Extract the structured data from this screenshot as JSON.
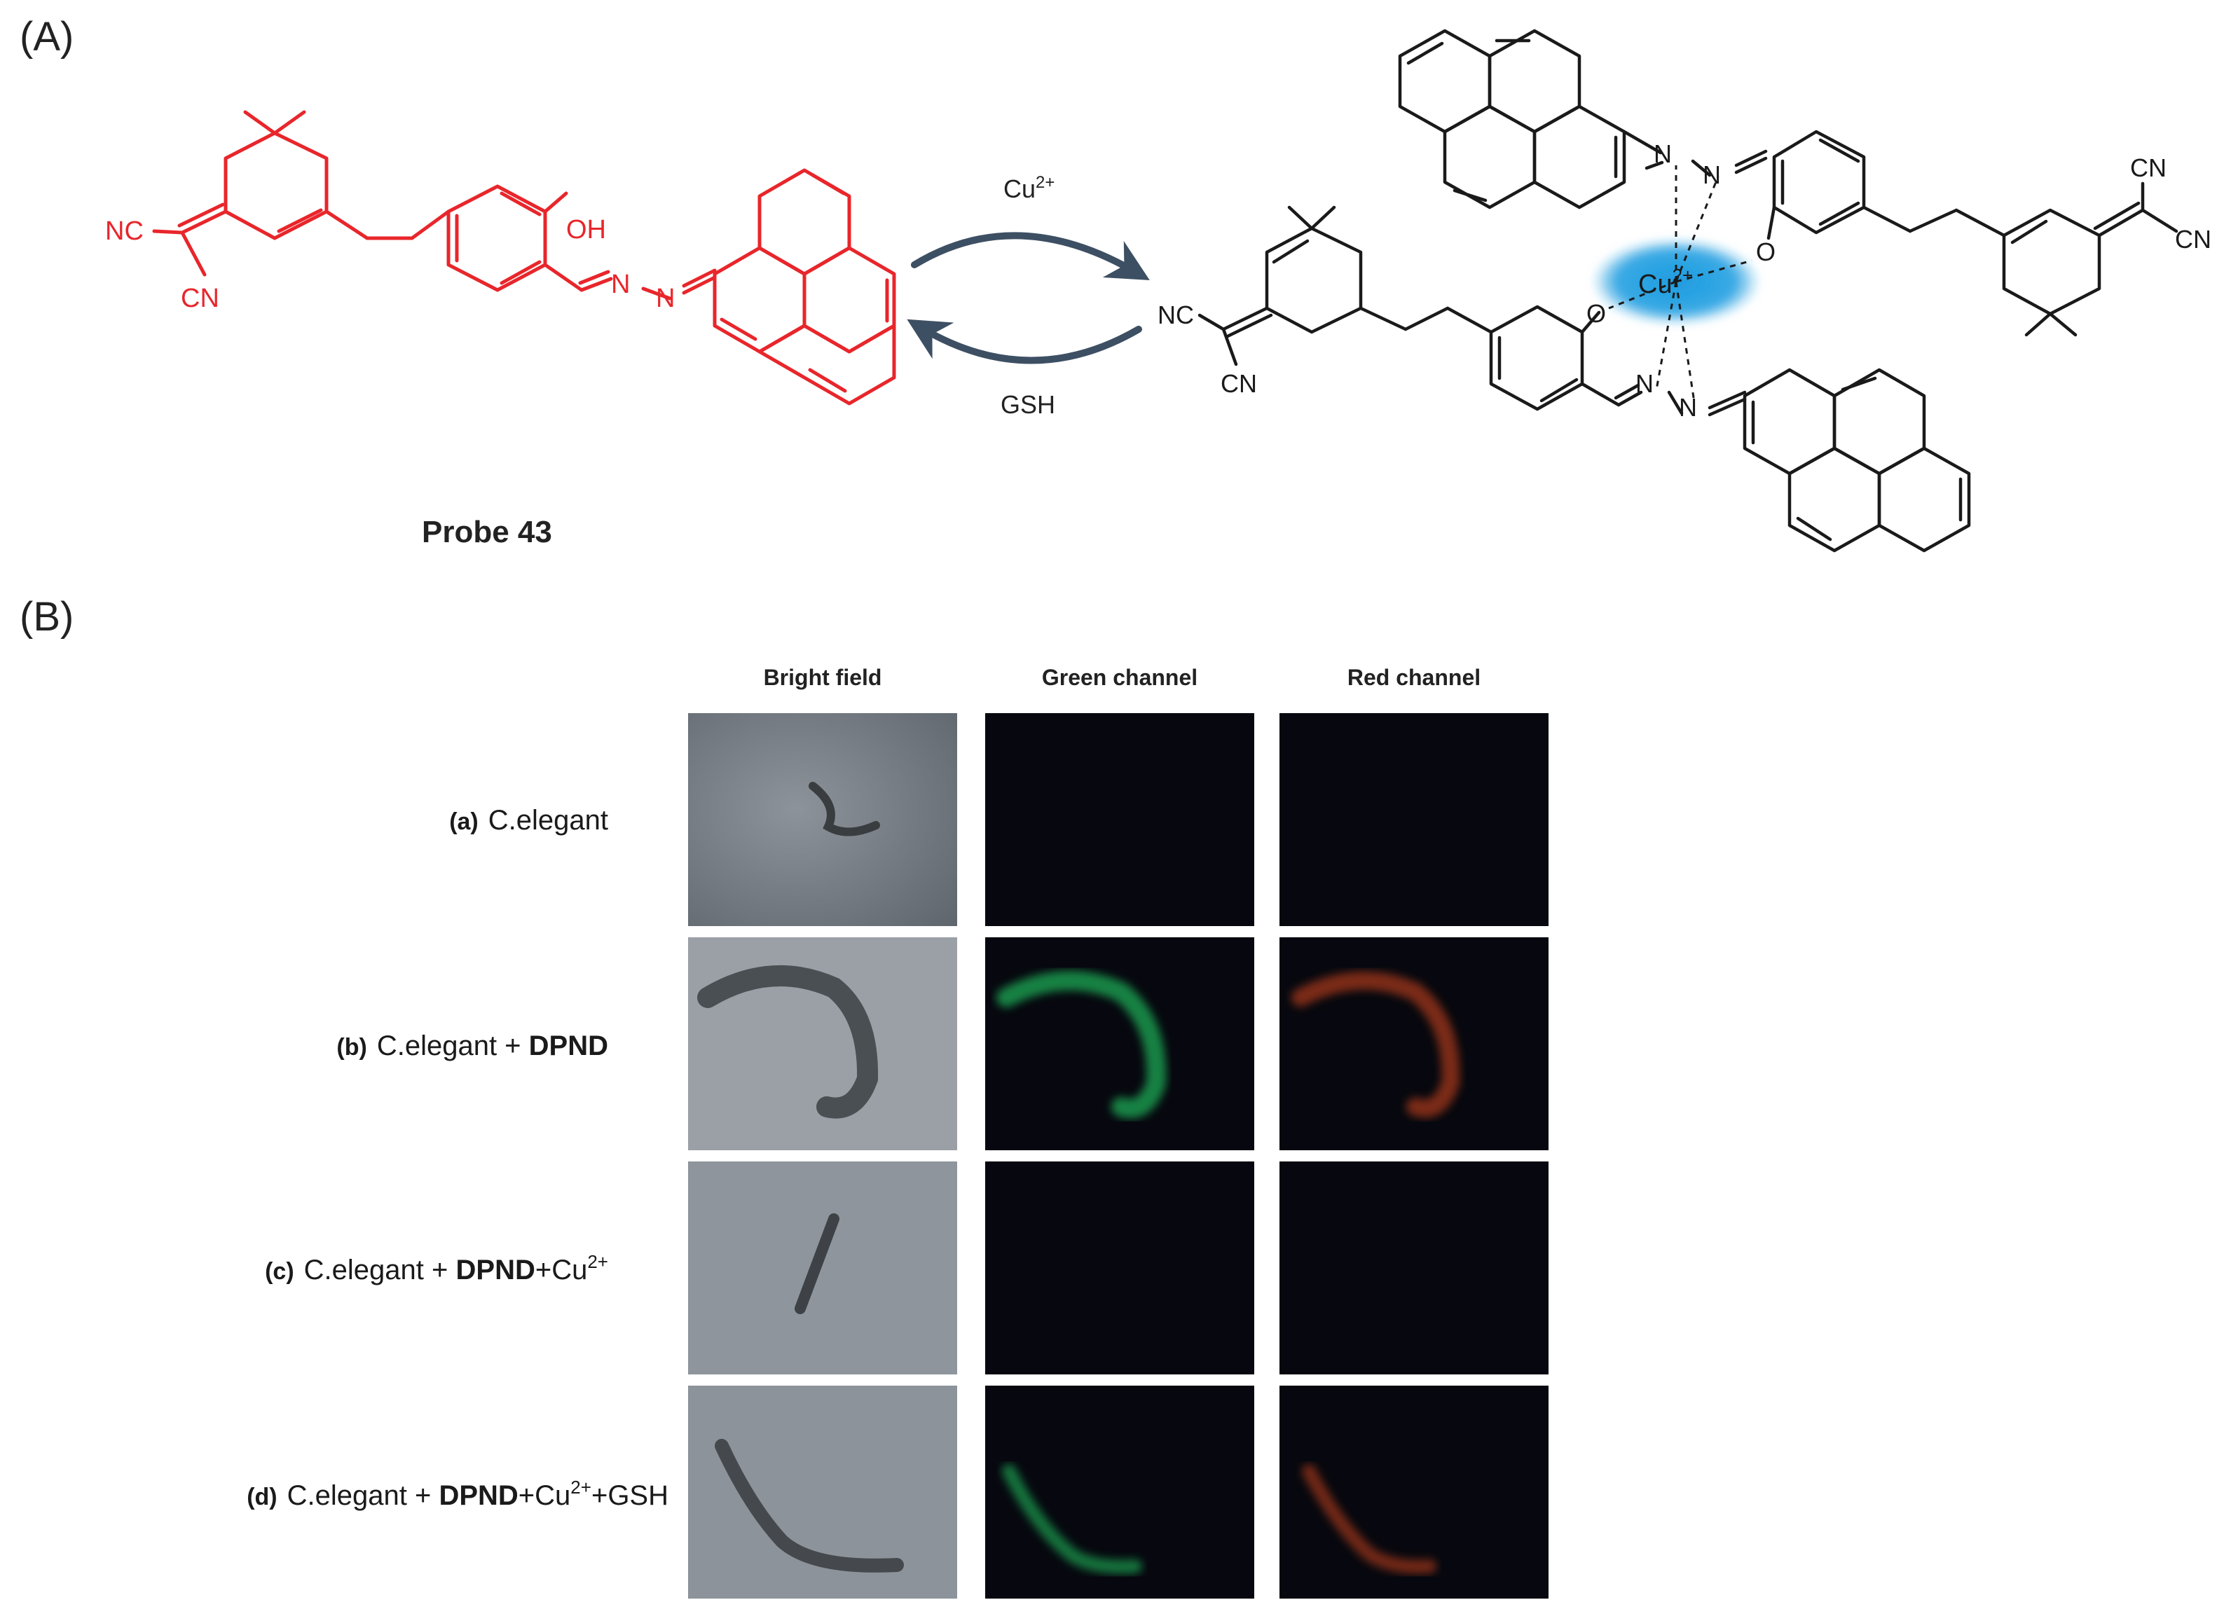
{
  "panelA": {
    "label": "(A)",
    "probe_name": "Probe 43",
    "probe_atoms": {
      "nc": "NC",
      "cn": "CN",
      "oh": "OH",
      "n": "N"
    },
    "arrow_forward": {
      "text": "Cu",
      "sup": "2+"
    },
    "arrow_reverse": {
      "text": "GSH"
    },
    "complex_atoms": {
      "nc": "NC",
      "cn": "CN",
      "o": "O",
      "n": "N",
      "cu": "Cu",
      "cu_sup": "2+"
    }
  },
  "panelB": {
    "label": "(B)",
    "columns": [
      "Bright field",
      "Green channel",
      "Red channel"
    ],
    "rows": [
      {
        "tag": "(a)",
        "text": "C.elegant",
        "bold": "",
        "extra": "",
        "sup": "",
        "tail": ""
      },
      {
        "tag": "(b)",
        "text": "C.elegant + ",
        "bold": "DPND",
        "extra": "",
        "sup": "",
        "tail": ""
      },
      {
        "tag": "(c)",
        "text": "C.elegant + ",
        "bold": "DPND",
        "extra": "+Cu",
        "sup": "2+",
        "tail": ""
      },
      {
        "tag": "(d)",
        "text": "C.elegant + ",
        "bold": "DPND",
        "extra": "+Cu",
        "sup": "2+",
        "tail": "+GSH"
      }
    ]
  },
  "colors": {
    "probe": "#e8262b",
    "arrow": "#3d4f63",
    "copper_glow": "#1a9be0",
    "green_signal": "#1faa55",
    "red_signal": "#c8431c",
    "dark_panel": "#07080f"
  }
}
